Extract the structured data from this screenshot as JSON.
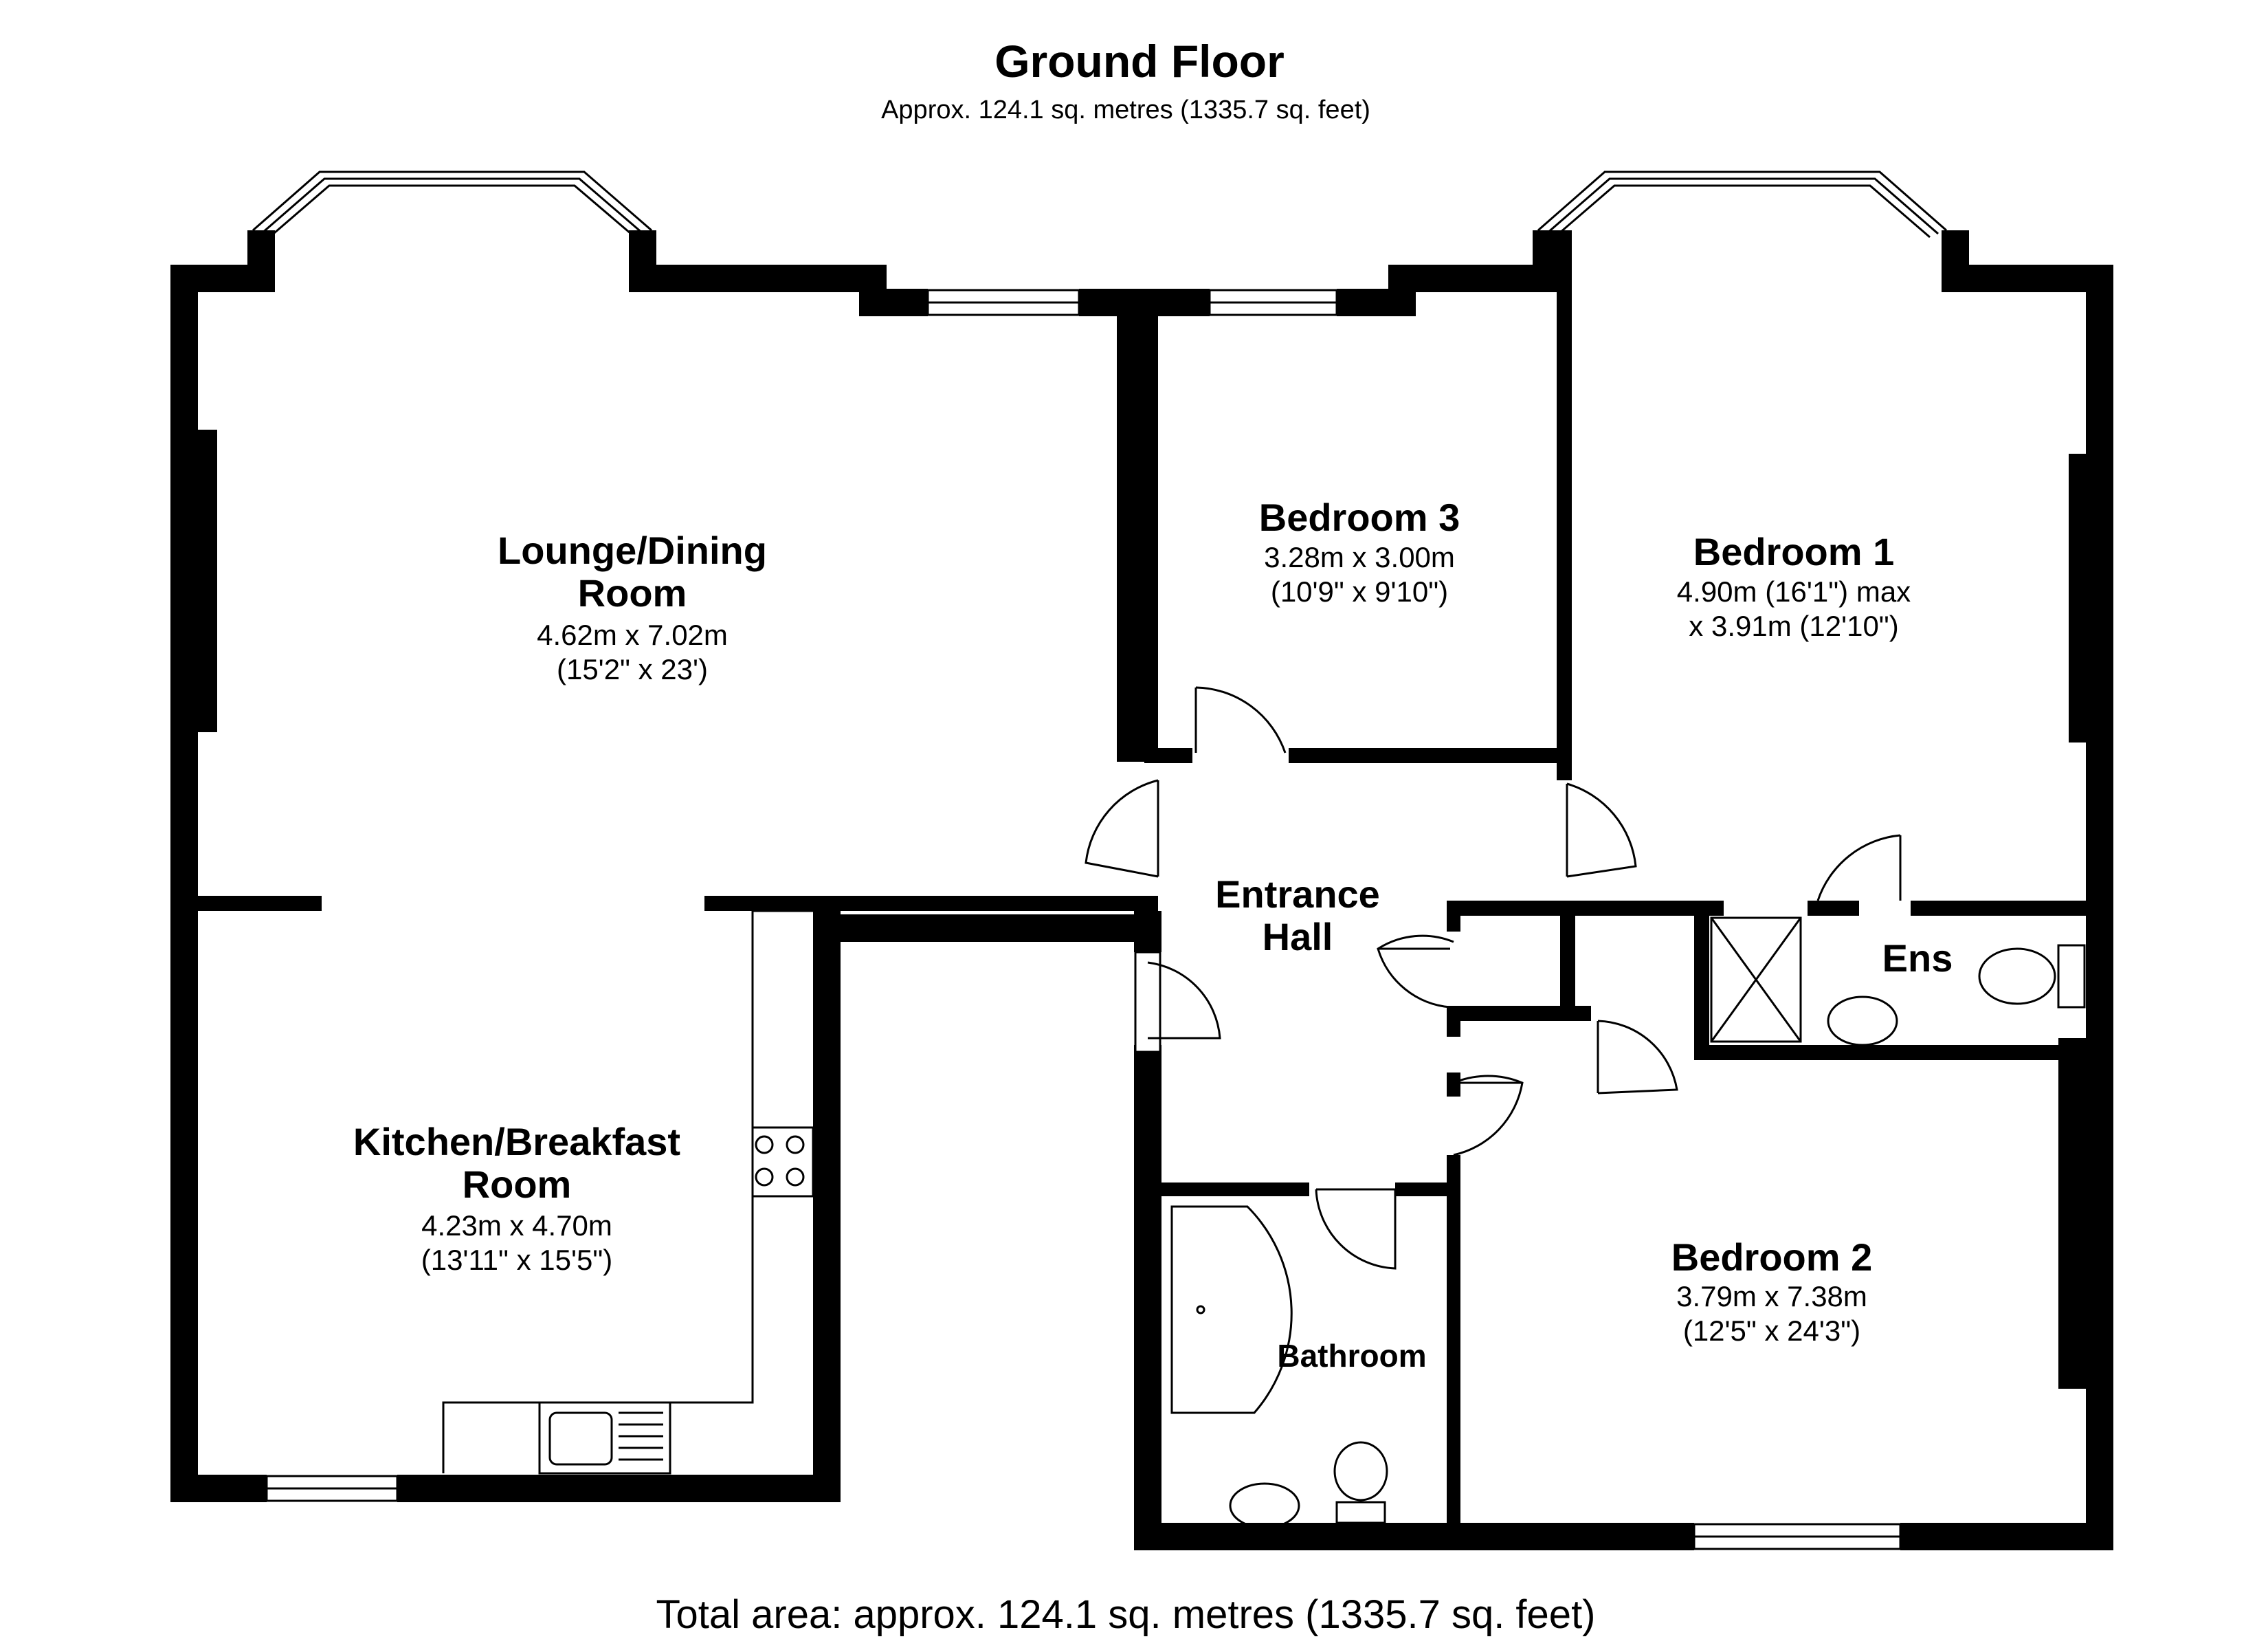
{
  "header": {
    "title": "Ground Floor",
    "subtitle": "Approx. 124.1 sq. metres (1335.7 sq. feet)"
  },
  "rooms": {
    "lounge": {
      "name1": "Lounge/Dining",
      "name2": "Room",
      "dim1": "4.62m x 7.02m",
      "dim2": "(15'2\" x 23')"
    },
    "bedroom3": {
      "name": "Bedroom 3",
      "dim1": "3.28m x 3.00m",
      "dim2": "(10'9\" x 9'10\")"
    },
    "bedroom1": {
      "name": "Bedroom 1",
      "dim1": "4.90m (16'1\") max",
      "dim2": "x 3.91m (12'10\")"
    },
    "hall": {
      "name1": "Entrance",
      "name2": "Hall"
    },
    "ensuite": {
      "name": "Ens"
    },
    "kitchen": {
      "name1": "Kitchen/Breakfast",
      "name2": "Room",
      "dim1": "4.23m x 4.70m",
      "dim2": "(13'11\" x 15'5\")"
    },
    "bathroom": {
      "name": "Bathroom"
    },
    "bedroom2": {
      "name": "Bedroom 2",
      "dim1": "3.79m x 7.38m",
      "dim2": "(12'5\" x 24'3\")"
    }
  },
  "footer": {
    "total": "Total area: approx. 124.1 sq. metres (1335.7 sq. feet)"
  }
}
